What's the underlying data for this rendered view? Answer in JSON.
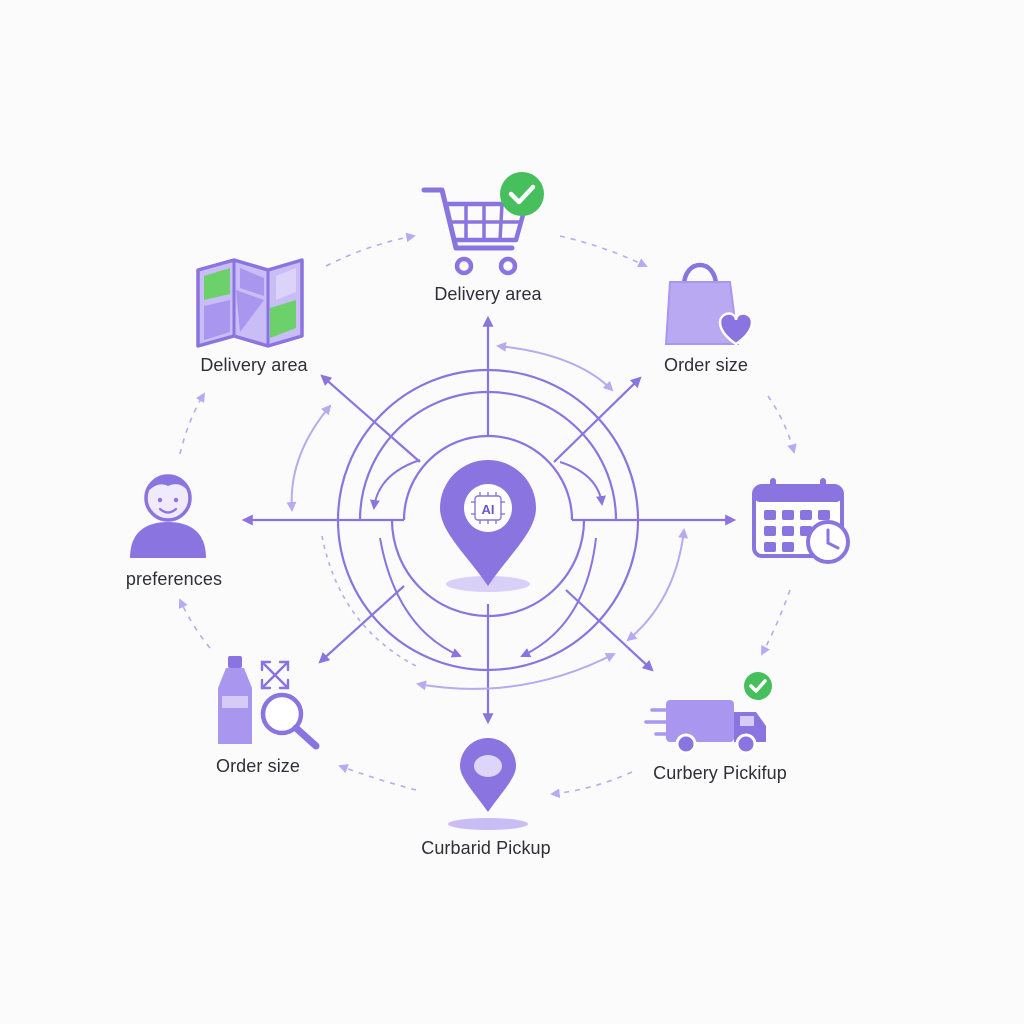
{
  "hub": {
    "badge": "AI"
  },
  "nodes": [
    {
      "id": "cart",
      "label": "Delivery area",
      "icon": "shopping-cart-icon"
    },
    {
      "id": "map",
      "label": "Delivery area",
      "icon": "map-icon"
    },
    {
      "id": "bag",
      "label": "Order size",
      "icon": "shopping-bag-icon"
    },
    {
      "id": "person",
      "label": "preferences",
      "icon": "person-icon"
    },
    {
      "id": "calendar",
      "label": "",
      "icon": "calendar-clock-icon"
    },
    {
      "id": "bottle",
      "label": "Order size",
      "icon": "bottle-search-icon"
    },
    {
      "id": "truck",
      "label": "Curbery Pickifup",
      "icon": "delivery-truck-icon"
    },
    {
      "id": "pin",
      "label": "Curbarid Pickup",
      "icon": "location-pin-icon"
    }
  ],
  "colors": {
    "accent": "#8a74e0",
    "accent_light": "#b7aaf0",
    "accent_fill": "#a996ee",
    "check_green": "#46bf5c",
    "map_green": "#6cd16a",
    "text": "#2f2f3a",
    "background": "#fbfbfb"
  }
}
